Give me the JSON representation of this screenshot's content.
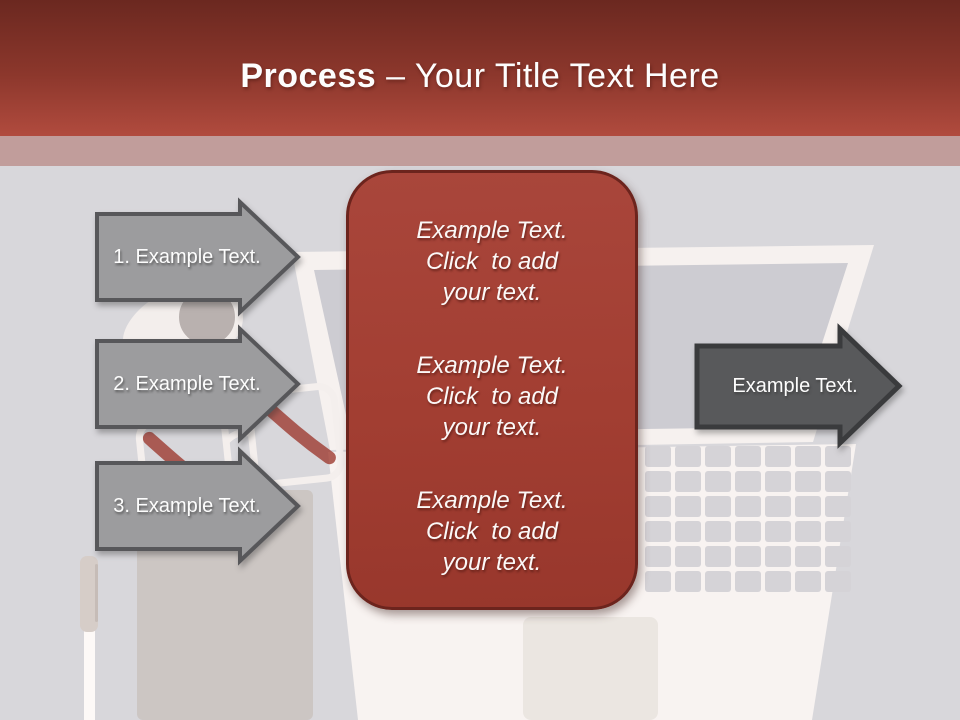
{
  "header": {
    "title_bold": "Process",
    "title_rest": " – Your Title Text Here"
  },
  "left_arrows": [
    {
      "label": "1. Example Text."
    },
    {
      "label": "2. Example Text."
    },
    {
      "label": "3. Example Text."
    }
  ],
  "process_box": {
    "paragraphs": [
      {
        "lines": [
          "Example Text.",
          "Click  to add",
          "your text."
        ]
      },
      {
        "lines": [
          "Example Text.",
          "Click  to add",
          "your text."
        ]
      },
      {
        "lines": [
          "Example Text.",
          "Click  to add",
          "your text."
        ]
      }
    ]
  },
  "right_arrow": {
    "label": "Example Text."
  },
  "background_icons": [
    "laptop-icon",
    "coffee-mug-icon",
    "glasses-icon",
    "notebook-icon",
    "pen-icon"
  ],
  "colors": {
    "header_top": "#6b2820",
    "header_bottom": "#b14b3e",
    "accent_band": "#c19d9b",
    "background": "#d8d7db",
    "box_fill": "#a23e32",
    "box_border": "#6c241d",
    "step_arrow_fill": "#9c9c9e",
    "step_arrow_border": "#57575a",
    "output_arrow_fill": "#58595b",
    "output_arrow_border": "#3a3b3d",
    "text": "#fdfdfd"
  }
}
